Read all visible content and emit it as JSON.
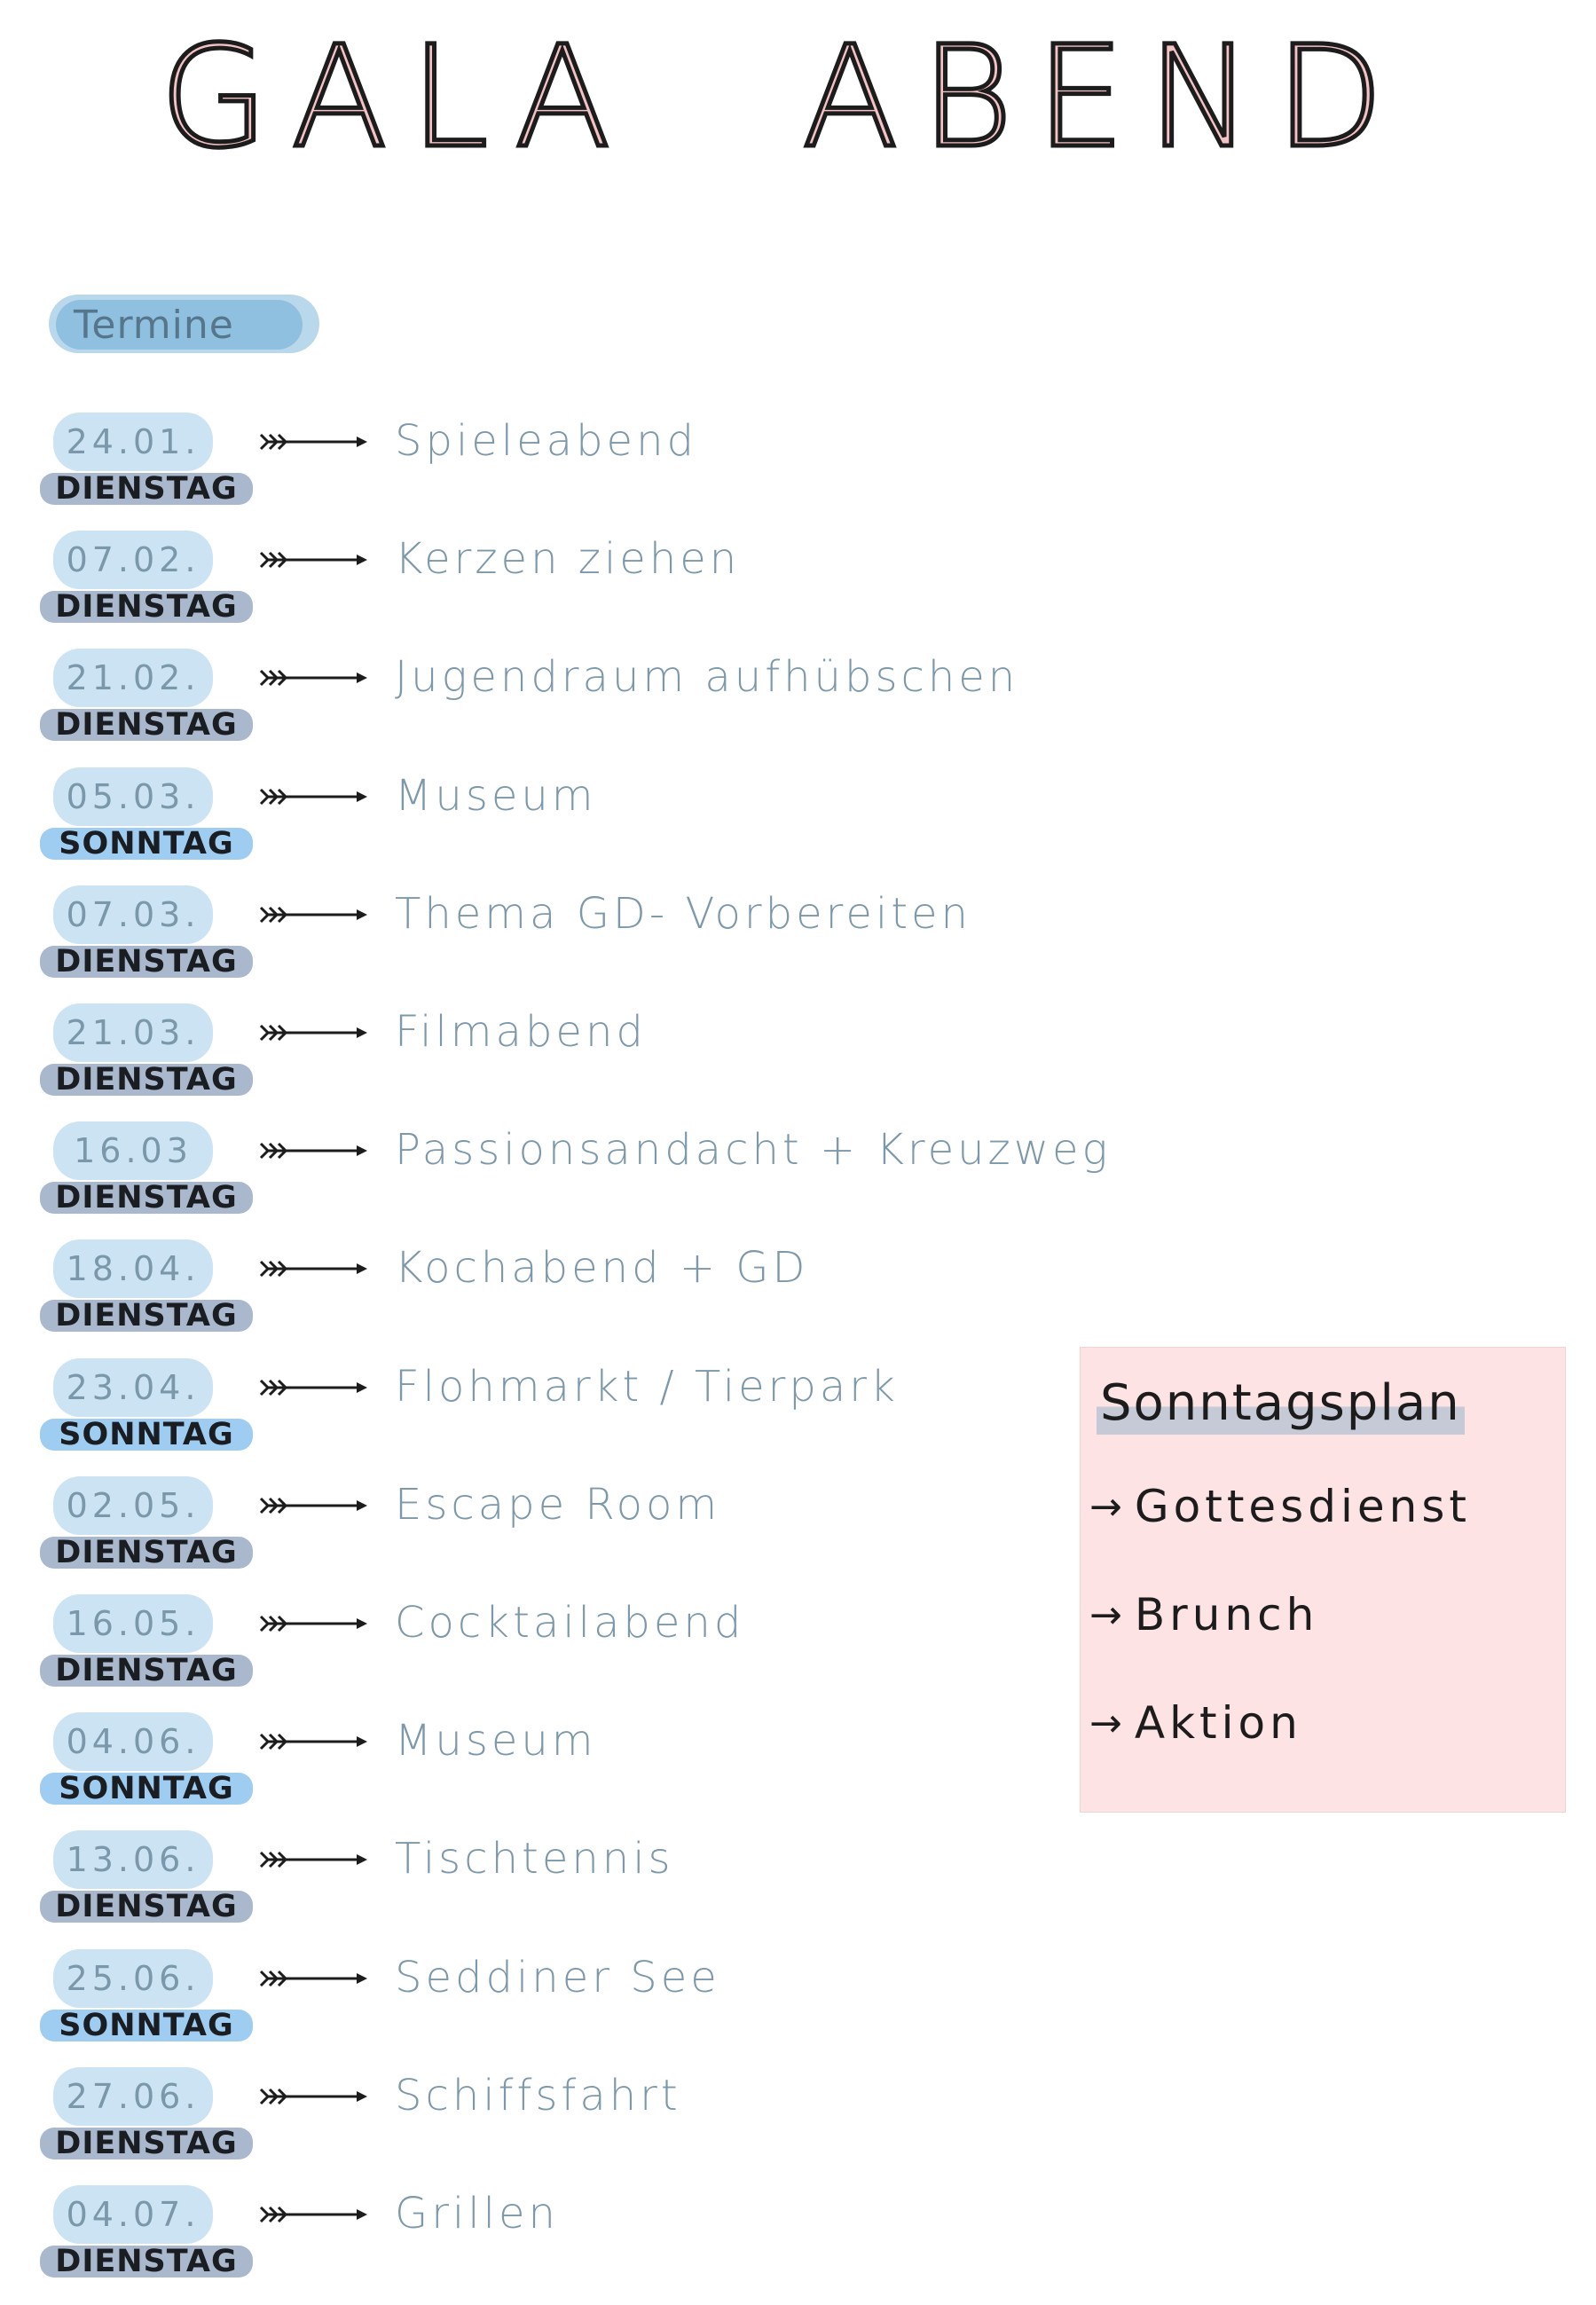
{
  "title": {
    "word1": "GALA",
    "word2": "ABEND"
  },
  "termine_label": "Termine",
  "colors": {
    "title_fill": "#f3c2c4",
    "termine_badge": "#8fc0df",
    "date_pill": "#cce3f3",
    "dienstag_tag": "#a9b8cc",
    "sonntag_tag": "#9fcdf1",
    "event_text": "#7c98aa",
    "sunday_box": "#fde3e4"
  },
  "events": [
    {
      "date": "24.01.",
      "day": "DIENSTAG",
      "text": "Spieleabend"
    },
    {
      "date": "07.02.",
      "day": "DIENSTAG",
      "text": "Kerzen ziehen"
    },
    {
      "date": "21.02.",
      "day": "DIENSTAG",
      "text": "Jugendraum aufhübschen"
    },
    {
      "date": "05.03.",
      "day": "SONNTAG",
      "text": "Museum"
    },
    {
      "date": "07.03.",
      "day": "DIENSTAG",
      "text": "Thema GD- Vorbereiten"
    },
    {
      "date": "21.03.",
      "day": "DIENSTAG",
      "text": "Filmabend"
    },
    {
      "date": "16.03",
      "day": "DIENSTAG",
      "text": "Passionsandacht + Kreuzweg"
    },
    {
      "date": "18.04.",
      "day": "DIENSTAG",
      "text": "Kochabend + GD"
    },
    {
      "date": "23.04.",
      "day": "SONNTAG",
      "text": "Flohmarkt / Tierpark"
    },
    {
      "date": "02.05.",
      "day": "DIENSTAG",
      "text": "Escape Room"
    },
    {
      "date": "16.05.",
      "day": "DIENSTAG",
      "text": "Cocktailabend"
    },
    {
      "date": "04.06.",
      "day": "SONNTAG",
      "text": "Museum"
    },
    {
      "date": "13.06.",
      "day": "DIENSTAG",
      "text": "Tischtennis"
    },
    {
      "date": "25.06.",
      "day": "SONNTAG",
      "text": "Seddiner See"
    },
    {
      "date": "27.06.",
      "day": "DIENSTAG",
      "text": "Schiffsfahrt"
    },
    {
      "date": "04.07.",
      "day": "DIENSTAG",
      "text": "Grillen"
    }
  ],
  "sunday_plan": {
    "title": "Sonntagsplan",
    "arrow": "→",
    "items": [
      "Gottesdienst",
      "Brunch",
      "Aktion"
    ]
  }
}
